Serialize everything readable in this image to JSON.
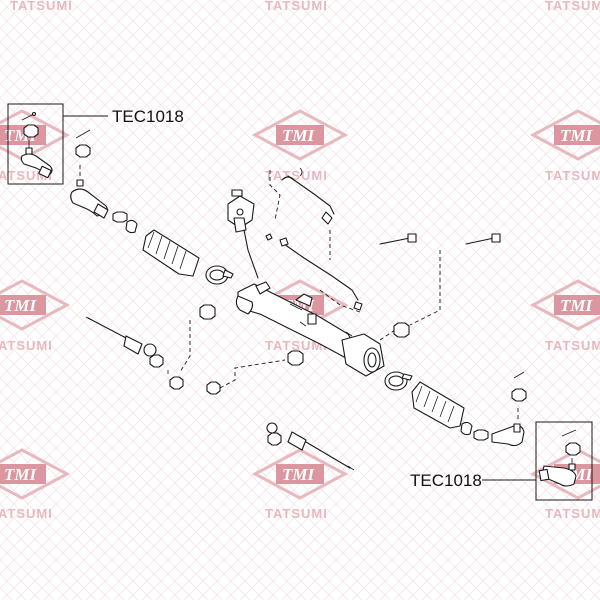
{
  "watermark": {
    "brand": "TATSUMI",
    "logo": "TMI",
    "color": "#e7b9bf",
    "logo_fill": "#dc96a0"
  },
  "callouts": {
    "top_left_label": "TEC1018",
    "bottom_right_label": "TEC1018"
  },
  "line_color": "#1a1a1a"
}
